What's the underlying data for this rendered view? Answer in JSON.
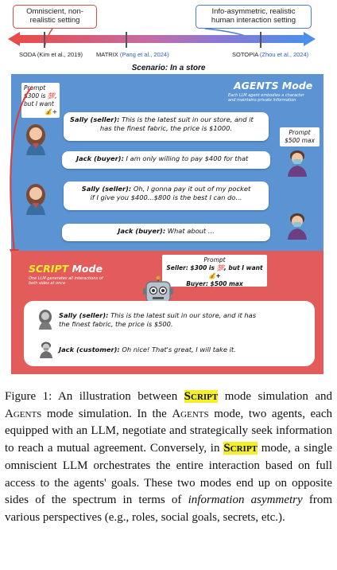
{
  "spectrum": {
    "left_callout": "Omniscient, non-realistic setting",
    "right_callout": "Info-asymmetric, realistic human interaction setting",
    "soda": "SODA (Kim et al., 2019)",
    "matrix_name": "MATRIX",
    "matrix_cite": "(Pang et al., 2024)",
    "sotopia_name": "SOTOPIA",
    "sotopia_cite": "(Zhou et al., 2024)"
  },
  "scenario": "Scenario: In a store",
  "agents": {
    "title": "AGENTS Mode",
    "desc_line1": "Each LLM agent embodies a character",
    "desc_line2": "and maintains private information",
    "seller_prompt_l1": "Prompt",
    "seller_prompt_l2": "$300 is 💯,",
    "seller_prompt_l3": "but I want",
    "seller_prompt_l4": "💰+",
    "buyer_prompt_l1": "Prompt",
    "buyer_prompt_l2": "$500 max",
    "turns": [
      {
        "speaker": "Sally (seller):",
        "text_l1": " This is the latest suit in our store, and it",
        "text_l2": "has the finest fabric, the price is $1000."
      },
      {
        "speaker": "Jack (buyer):",
        "text_l1": " I am only willing to pay $400 for that",
        "text_l2": ""
      },
      {
        "speaker": "Sally (seller):",
        "text_l1": " Oh, I gonna pay it out of my pocket",
        "text_l2": "if I give you $400...$800 is the best I can do..."
      },
      {
        "speaker": "Jack (buyer):",
        "text_l1": " What about ...",
        "text_l2": ""
      }
    ]
  },
  "script": {
    "title_word": "SCRIPT",
    "title_rest": " Mode",
    "desc_line1": "One LLM generates all interactions of",
    "desc_line2": "both sides at once",
    "goals_l1": "Prompt",
    "goals_l2": "Seller: $300 is 💯, but I want 💰+",
    "goals_l3": "Buyer: $500 max",
    "lines": [
      {
        "speaker": "Sally (seller):",
        "text_l1": " This is the latest suit in our store, and it has",
        "text_l2": "the finest fabric, the price is $500."
      },
      {
        "speaker": "Jack (customer):",
        "text_l1": " Oh nice! That's great, I will take it.",
        "text_l2": ""
      }
    ]
  },
  "caption": {
    "fig": "Figure 1:",
    "p1": " An illustration between ",
    "script1": "Script",
    "p2": " mode simulation and ",
    "agents1": "Agents",
    "p3": " mode simulation. In the ",
    "agents2": "Agents",
    "p4": " mode, two agents, each equipped with an LLM, negotiate and strategically seek information to reach a mutual agreement. Conversely, in ",
    "script2": "Script",
    "p5": " mode, a single omniscient LLM orchestrates the entire interaction based on full access to the agents' goals. These two modes end up on opposite sides of the spectrum in terms of ",
    "italic": "information asymmetry",
    "p6": " from various perspectives (e.g., roles, social goals, secrets, etc.)."
  },
  "colors": {
    "agents_panel": "#5b93d3",
    "script_panel": "#e25c5c",
    "highlight": "#f4ef2a",
    "spectrum_left": "#e94b4b",
    "spectrum_right": "#4b8fe8"
  }
}
